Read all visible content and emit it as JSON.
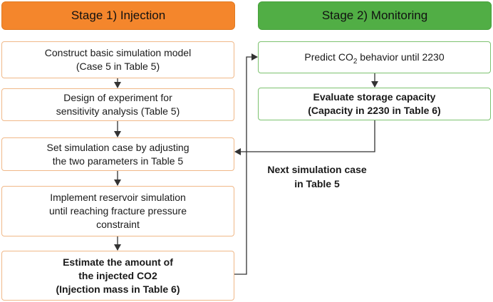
{
  "stage1": {
    "title": "Stage 1) Injection",
    "boxes": [
      {
        "lines": [
          "Construct basic simulation model",
          "(Case 5 in Table 5)"
        ]
      },
      {
        "lines": [
          "Design of experiment for",
          "sensitivity analysis (Table 5)"
        ]
      },
      {
        "lines": [
          "Set simulation  case by adjusting",
          "the two parameters in Table 5"
        ]
      },
      {
        "lines": [
          "Implement reservoir simulation",
          "until reaching fracture pressure",
          "constraint"
        ]
      },
      {
        "lines": [
          "Estimate the amount of",
          "the injected CO2",
          "(Injection mass in Table 6)"
        ]
      }
    ]
  },
  "stage2": {
    "title": "Stage 2) Monitoring",
    "predict": {
      "prefix": "Predict CO",
      "subscript": "2",
      "suffix": " behavior until 2230"
    },
    "evaluate": {
      "lines": [
        "Evaluate storage capacity",
        "(Capacity in 2230 in Table 6)"
      ]
    }
  },
  "loop_label": {
    "lines": [
      "Next simulation case",
      "in Table 5"
    ]
  },
  "colors": {
    "stage1_header": "#f4862c",
    "stage2_header": "#51ae45",
    "stage1_border": "#f0b888",
    "stage2_border": "#7cc26f",
    "arrow": "#333333"
  }
}
